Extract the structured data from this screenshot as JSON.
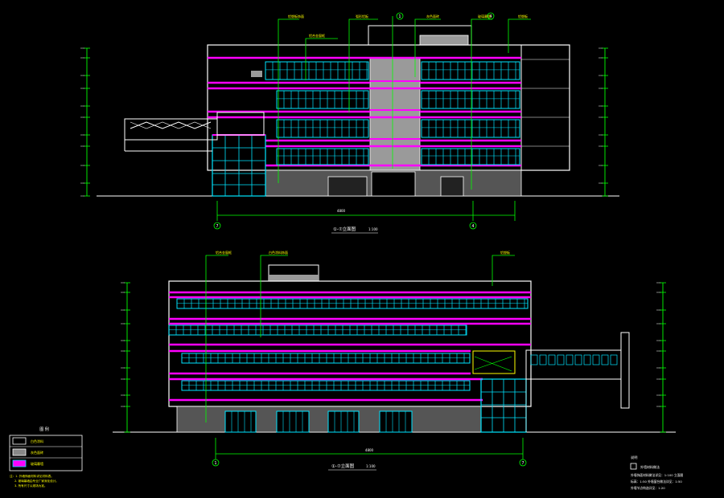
{
  "colors": {
    "background": "#000000",
    "outline": "#ffffff",
    "band": "#ff00ff",
    "window": "#00e5ff",
    "dimension": "#00ff00",
    "infill": "#9a9a9a",
    "label": "#ffffff",
    "callout_text": "#ffff00"
  },
  "elevation_top": {
    "title": "①-⑦立面图",
    "scale": "1:100",
    "axis_left": "7",
    "axis_mid": "4",
    "axis_right": "1",
    "total_dim": "4800",
    "callouts": [
      "铝塑板饰面",
      "铝合金窗框",
      "弧形铝板",
      "灰色面砖",
      "玻璃幕墙",
      "铝塑板"
    ]
  },
  "elevation_bottom": {
    "title": "①-⑦立面图",
    "scale": "1:100",
    "axis_left": "1",
    "axis_right": "7",
    "total_dim": "4800",
    "callouts": [
      "铝合金窗框",
      "白色涂料饰面",
      "铝塑板"
    ]
  },
  "legend": {
    "header": "图 例",
    "items": [
      "白色涂料",
      "灰色面砖",
      "玻璃幕墙"
    ]
  },
  "notes": {
    "lines": [
      "注：1. 外墙饰面材料详见材料表。",
      "2. 玻璃幕墙由专业厂家深化设计。",
      "3. 所有尺寸以现场为准。"
    ]
  },
  "spec": {
    "header": "说明",
    "item_label": "外墙材料做法",
    "lines": [
      "外墙饰面材料做法详见：1:100   立面图",
      "标高：1:50   外墙窗台做法详见：1:50",
      "外墙节点构造详见：1:20"
    ]
  }
}
